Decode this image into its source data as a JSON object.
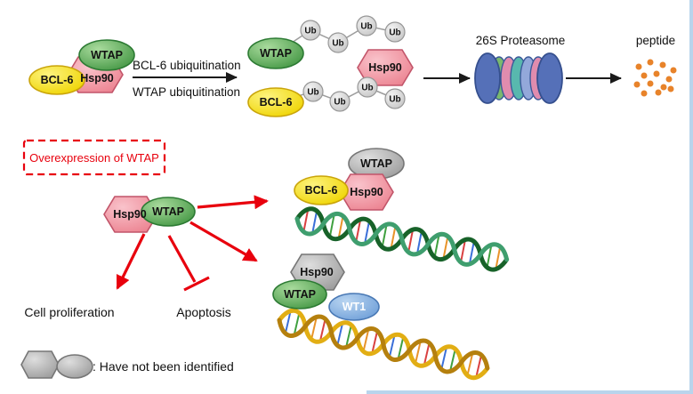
{
  "labels": {
    "wtap": "WTAP",
    "bcl6": "BCL-6",
    "hsp90": "Hsp90",
    "ub": "Ub",
    "wt1": "WT1"
  },
  "top_pathway": {
    "arrow_label_line1": "BCL-6 ubiquitination",
    "arrow_label_line2": "WTAP ubiquitination",
    "proteasome_label": "26S Proteasome",
    "peptide_label": "peptide"
  },
  "overexpression": {
    "box_label": "Overexpression of WTAP",
    "effect_proliferation": "Cell proliferation",
    "effect_apoptosis": "Apoptosis"
  },
  "legend": {
    "caption": ": Have not been identified"
  },
  "colors": {
    "wtap_green": "#4b9e4b",
    "bcl6_yellow": "#f4d800",
    "hsp90_pink": "#ef8795",
    "unidentified_gray": "#ababab",
    "wt1_blue": "#6f9fd8",
    "ubiquitin_gray": "#d9d9d9",
    "red_accent": "#e8000d",
    "peptide_orange": "#e8832a",
    "slide_edge_blue": "#b9d4ec"
  }
}
